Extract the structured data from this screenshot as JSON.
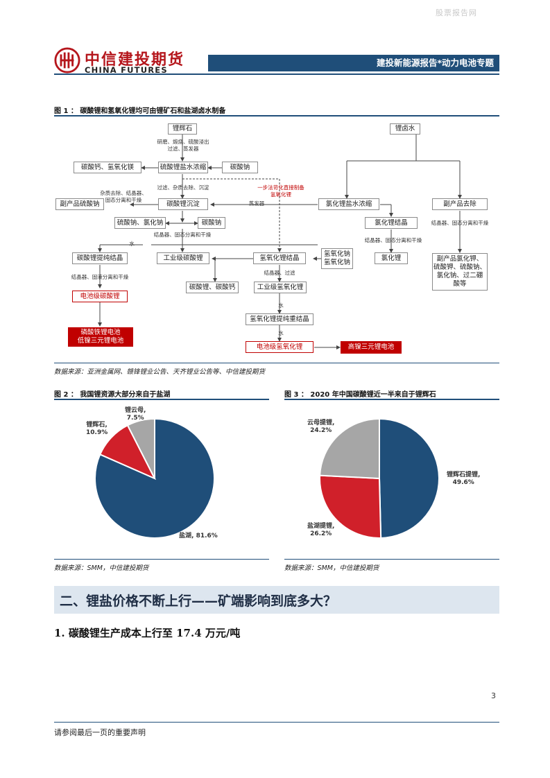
{
  "watermark": "股票报告网",
  "brand": {
    "cn": "中信建投期货",
    "en": "CHINA FUTURES"
  },
  "header": {
    "title": "建投新能源报告*动力电池专题"
  },
  "fig1": {
    "title": "图 1 ： 碳酸锂和氢氧化锂均可由锂矿石和盐湖卤水制备",
    "source": "数据来源：亚洲金属网、赣锋锂业公告、天齐锂业公告等、中信建投期货",
    "boxes": {
      "spodumene": "锂辉石",
      "cacmg": "碳酸钙、氢氧化镁",
      "li2so4_conc": "硫酸锂盐水浓缩",
      "na2co3_a": "碳酸钠",
      "byproduct_na2so4": "副产品硫酸钠",
      "li2co3_precip": "碳酸锂沉淀",
      "na2so4_nacl": "硫酸钠、氯化钠",
      "na2co3_b": "碳酸钠",
      "li2co3_purify": "碳酸锂提纯结晶",
      "industrial_li2co3": "工业级碳酸锂",
      "lioh_cryst": "氢氧化锂结晶",
      "naoh_na": "氢氧化钠\n氢氧化钠",
      "li2co3_caco3": "碳酸锂、碳酸钙",
      "industrial_lioh": "工业级氢氧化锂",
      "lioh_recryst": "氢氧化锂提纯重结晶",
      "battery_li2co3": "电池级碳酸锂",
      "battery_lioh": "电池级氢氧化锂",
      "lfp_ncm": "磷酸铁锂电池\n低镍三元锂电池",
      "high_ni": "高镍三元锂电池",
      "brine": "锂卤水",
      "licl_conc": "氯化锂盐水浓缩",
      "byproduct_remove": "副产品去除",
      "licl_cryst": "氯化锂结晶",
      "licl": "氯化锂",
      "byproducts_list": "副产品氯化钾、\n硫酸钾、硫酸钠、\n氯化钠、过二硼\n酸等"
    },
    "labels": {
      "l1": "研磨、煅烧、硫酸浸出\n过滤、蒸发器",
      "l2": "过滤、杂质去除、沉淀",
      "l3": "杂质去除、结晶器、\n固态分离和干燥",
      "l4": "蒸发器",
      "l5": "一步法苛化直接制备\n氢氧化锂",
      "l6": "结晶器、固态分离和干燥",
      "l7": "水",
      "l8": "结晶器、固液分离和干燥",
      "l9": "结晶器、过滤",
      "l10": "水",
      "l11": "水",
      "l12": "结晶器、固态分离和干燥",
      "l13": "结晶器、固态分离和干燥"
    }
  },
  "fig2": {
    "title": "图 2 ： 我国锂资源大部分来自于盐湖",
    "source": "数据来源：SMM，中信建投期货"
  },
  "fig3": {
    "title": "图 3 ： 2020 年中国碳酸锂近一半来自于锂辉石",
    "source": "数据来源：SMM，中信建投期货"
  },
  "chart_data": [
    {
      "type": "pie",
      "title": "",
      "series": [
        {
          "label": "盐湖",
          "value": 81.6,
          "display": "81.6%",
          "color": "#1f4e79"
        },
        {
          "label": "锂辉石",
          "value": 10.9,
          "display": "10.9%",
          "color": "#d0202a"
        },
        {
          "label": "锂云母",
          "value": 7.5,
          "display": "7.5%",
          "color": "#a6a6a6"
        }
      ]
    },
    {
      "type": "pie",
      "title": "",
      "series": [
        {
          "label": "锂辉石提锂",
          "value": 49.6,
          "display": "49.6%",
          "color": "#1f4e79"
        },
        {
          "label": "盐湖提锂",
          "value": 26.2,
          "display": "26.2%",
          "color": "#d0202a"
        },
        {
          "label": "云母提锂",
          "value": 24.2,
          "display": "24.2%",
          "color": "#a6a6a6"
        }
      ]
    }
  ],
  "section": {
    "title": "二、锂盐价格不断上行——矿端影响到底多大？",
    "sub": "1. 碳酸锂生产成本上行至 17.4 万元/吨"
  },
  "page_number": "3",
  "footer": "请参阅最后一页的重要声明"
}
